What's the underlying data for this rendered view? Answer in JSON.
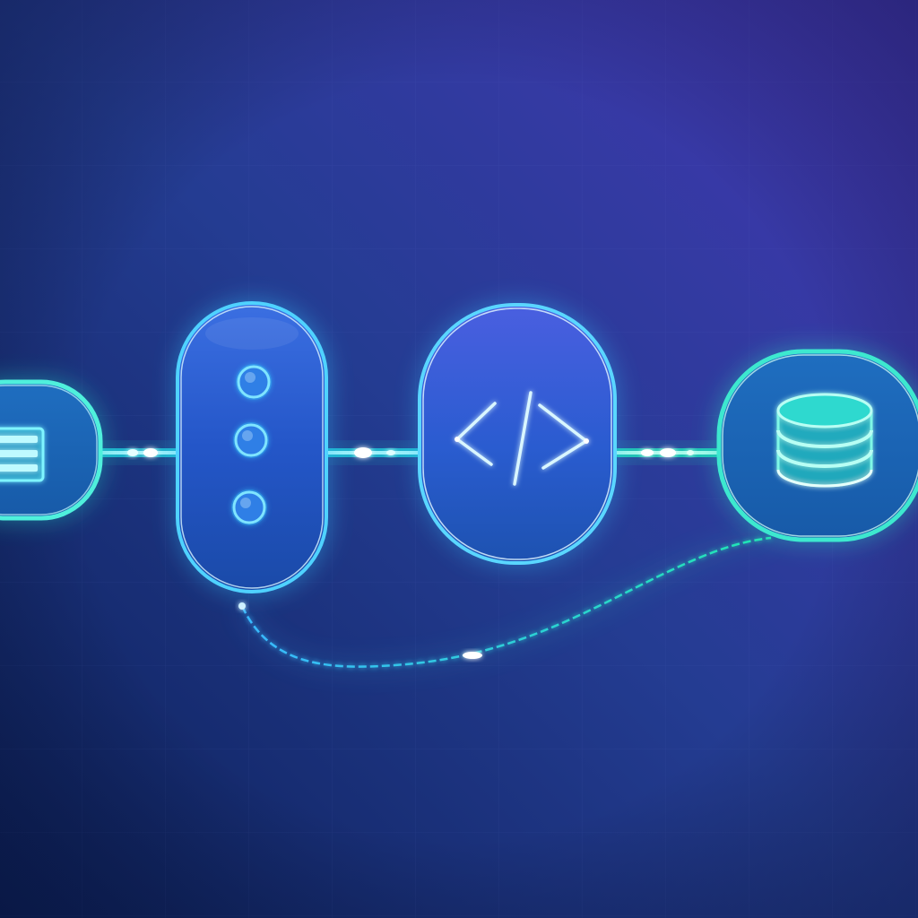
{
  "theme": {
    "background_top_right": "#4537b4",
    "background_mid": "#243c92",
    "background_bottom_left": "#0c2058",
    "grid_line": "#6f86d8",
    "node_fill_top": "#2f5fd6",
    "node_fill_bottom": "#1a4eb8",
    "node_glow": "#35c6ff",
    "node_edge": "#bfe9ff",
    "teal_glow": "#27e0c4",
    "connector_teal": "#22e6b2",
    "connector_blue": "#39b8ff",
    "icon_light": "#cdf2ff"
  },
  "diagram": {
    "nodes": [
      {
        "id": "input-node",
        "icon": "list-icon",
        "partially_visible": true
      },
      {
        "id": "stack-node",
        "icon": "three-dots-vertical-icon"
      },
      {
        "id": "code-node",
        "icon": "code-brackets-icon"
      },
      {
        "id": "database-node",
        "icon": "database-icon"
      }
    ],
    "edges": [
      {
        "from": "input-node",
        "to": "stack-node",
        "style": "glowing-beaded"
      },
      {
        "from": "stack-node",
        "to": "code-node",
        "style": "glowing-beaded"
      },
      {
        "from": "code-node",
        "to": "database-node",
        "style": "glowing-beaded"
      },
      {
        "from": "stack-node",
        "to": "database-node",
        "style": "dashed-curve"
      }
    ]
  }
}
